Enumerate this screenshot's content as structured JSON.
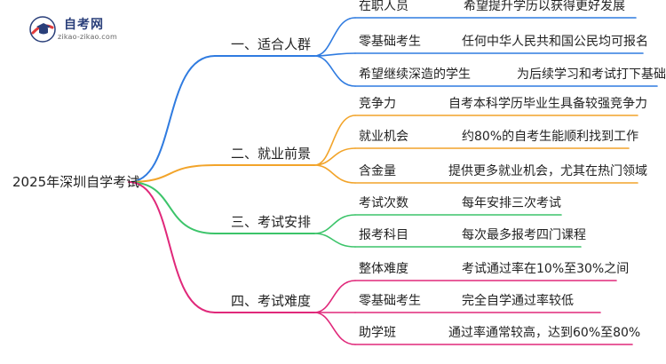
{
  "logo": {
    "name": "自考网",
    "url": "zikao-zikao.com"
  },
  "root": "2025年深圳自学考试",
  "colors": {
    "blue": "#2f7be0",
    "orange": "#f2a42a",
    "green": "#3cc46a",
    "pink": "#e0287a"
  },
  "branches": [
    {
      "label": "一、适合人群",
      "color": "blue",
      "items": [
        {
          "title": "在职人员",
          "desc": "希望提升学历以获得更好发展"
        },
        {
          "title": "零基础考生",
          "desc": "任何中华人民共和国公民均可报名"
        },
        {
          "title": "希望继续深造的学生",
          "desc": "为后续学习和考试打下基础"
        }
      ]
    },
    {
      "label": "二、就业前景",
      "color": "orange",
      "items": [
        {
          "title": "竞争力",
          "desc": "自考本科学历毕业生具备较强竞争力"
        },
        {
          "title": "就业机会",
          "desc": "约80%的自考生能顺利找到工作"
        },
        {
          "title": "含金量",
          "desc": "提供更多就业机会，尤其在热门领域"
        }
      ]
    },
    {
      "label": "三、考试安排",
      "color": "green",
      "items": [
        {
          "title": "考试次数",
          "desc": "每年安排三次考试"
        },
        {
          "title": "报考科目",
          "desc": "每次最多报考四门课程"
        }
      ]
    },
    {
      "label": "四、考试难度",
      "color": "pink",
      "items": [
        {
          "title": "整体难度",
          "desc": "考试通过率在10%至30%之间"
        },
        {
          "title": "零基础考生",
          "desc": "完全自学通过率较低"
        },
        {
          "title": "助学班",
          "desc": "通过率通常较高，达到60%至80%"
        }
      ]
    }
  ]
}
